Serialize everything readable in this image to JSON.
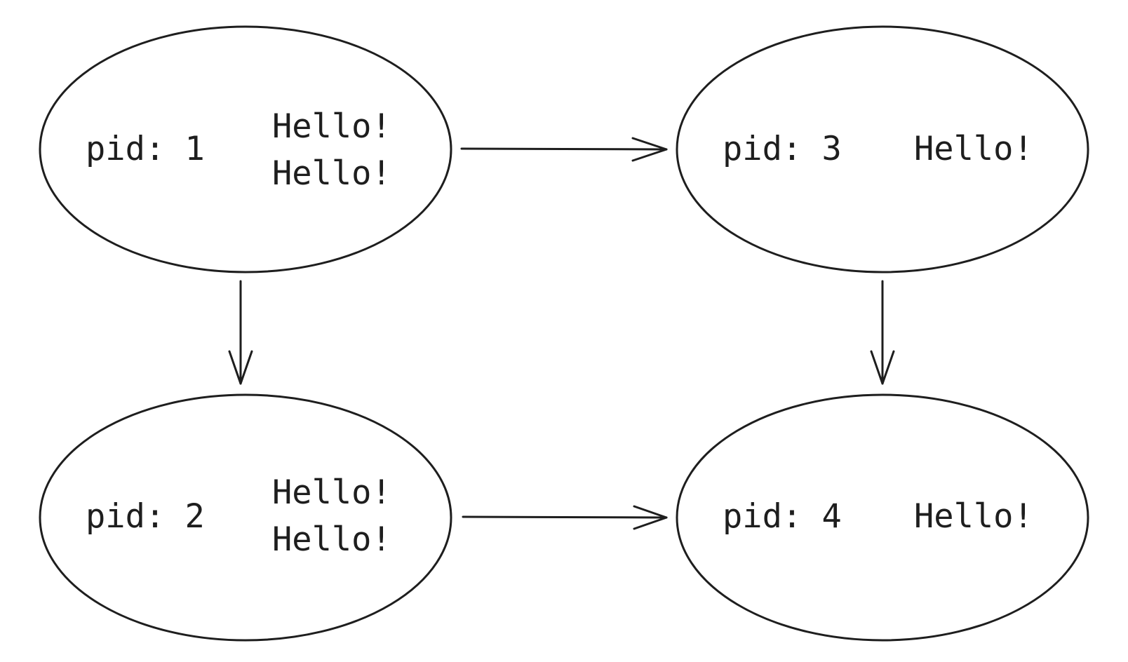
{
  "colors": {
    "stroke": "#1e1e1e",
    "background": "#ffffff"
  },
  "nodes": [
    {
      "pid_label": "pid: 1",
      "messages": [
        "Hello!",
        "Hello!"
      ]
    },
    {
      "pid_label": "pid: 3",
      "messages": [
        "Hello!"
      ]
    },
    {
      "pid_label": "pid: 2",
      "messages": [
        "Hello!",
        "Hello!"
      ]
    },
    {
      "pid_label": "pid: 4",
      "messages": [
        "Hello!"
      ]
    }
  ],
  "edges": [
    {
      "from": "pid: 1",
      "to": "pid: 3"
    },
    {
      "from": "pid: 1",
      "to": "pid: 2"
    },
    {
      "from": "pid: 3",
      "to": "pid: 4"
    },
    {
      "from": "pid: 2",
      "to": "pid: 4"
    }
  ]
}
